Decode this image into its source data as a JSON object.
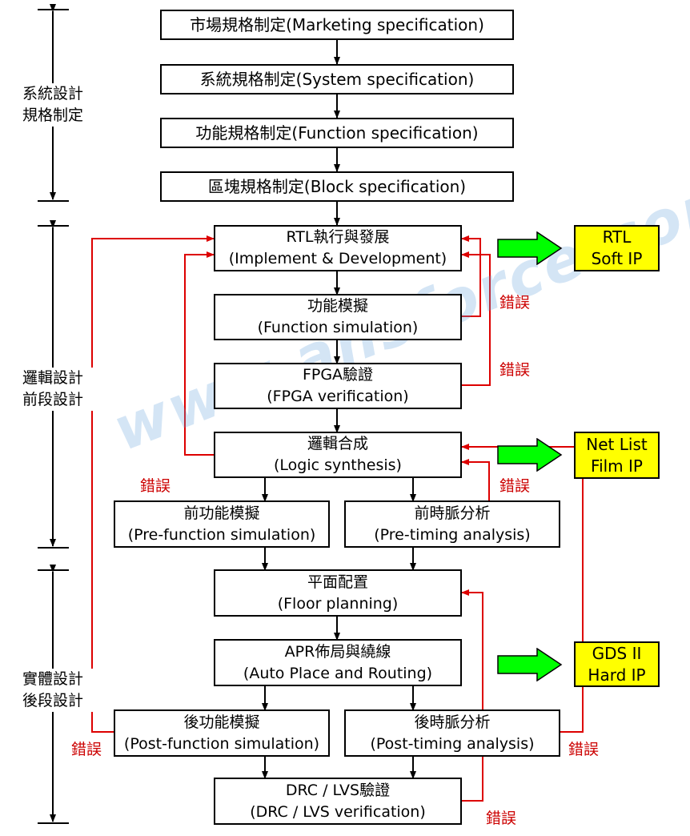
{
  "phases": [
    {
      "line1": "系統設計",
      "line2": "規格制定"
    },
    {
      "line1": "邏輯設計",
      "line2": "前段設計"
    },
    {
      "line1": "實體設計",
      "line2": "後段設計"
    }
  ],
  "steps": {
    "marketing": "市場規格制定(Marketing specification)",
    "system": "系統規格制定(System specification)",
    "function_spec": "功能規格制定(Function specification)",
    "block": "區塊規格制定(Block specification)",
    "rtl": {
      "zh": "RTL執行與發展",
      "en": "(Implement & Development)"
    },
    "func_sim": {
      "zh": "功能模擬",
      "en": "(Function simulation)"
    },
    "fpga": {
      "zh": "FPGA驗證",
      "en": "(FPGA verification)"
    },
    "synthesis": {
      "zh": "邏輯合成",
      "en": "(Logic synthesis)"
    },
    "pre_func": {
      "zh": "前功能模擬",
      "en": "(Pre-function simulation)"
    },
    "pre_timing": {
      "zh": "前時脈分析",
      "en": "(Pre-timing analysis)"
    },
    "floor": {
      "zh": "平面配置",
      "en": "(Floor planning)"
    },
    "apr": {
      "zh": "APR佈局與繞線",
      "en": "(Auto Place and Routing)"
    },
    "post_func": {
      "zh": "後功能模擬",
      "en": "(Post-function simulation)"
    },
    "post_timing": {
      "zh": "後時脈分析",
      "en": "(Post-timing analysis)"
    },
    "drc": {
      "zh": "DRC / LVS驗證",
      "en": "(DRC / LVS verification)"
    }
  },
  "ip_outputs": [
    {
      "line1": "RTL",
      "line2": "Soft IP"
    },
    {
      "line1": "Net List",
      "line2": "Film IP"
    },
    {
      "line1": "GDS II",
      "line2": "Hard IP"
    }
  ],
  "error_label": "錯誤",
  "watermark": "www.ansforce.com",
  "colors": {
    "feedback": "#dd0000",
    "ip_fill": "#ffff00",
    "arrow_fill": "#00ff00"
  }
}
